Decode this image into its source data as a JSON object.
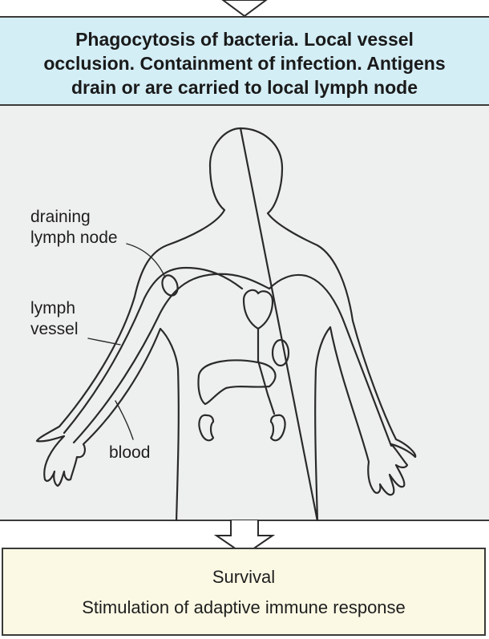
{
  "top_box": {
    "lines": [
      "Phagocytosis of bacteria. Local vessel",
      "occlusion. Containment of infection. Antigens",
      "drain or are carried to local lymph node"
    ]
  },
  "labels": {
    "draining_lymph_node": [
      "draining",
      "lymph node"
    ],
    "lymph_vessel": [
      "lymph",
      "vessel"
    ],
    "blood": "blood"
  },
  "bottom_box": {
    "line1": "Survival",
    "line2": "Stimulation of adaptive immune response"
  },
  "colors": {
    "top_box_fill": "#d4eef6",
    "body_panel_fill": "#eef0ef",
    "bottom_box_fill": "#fbf9e4",
    "outline": "#2a2a2a"
  }
}
